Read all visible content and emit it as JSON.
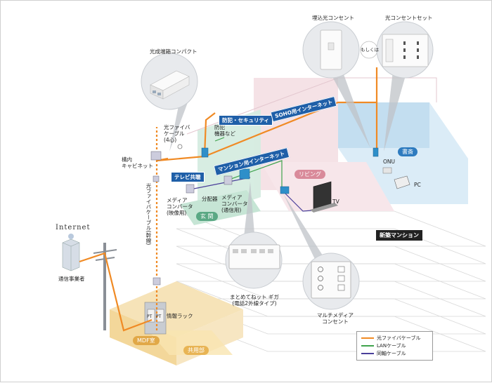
{
  "labels": {
    "hikari_compact": "光成端箱コンパクト",
    "umekomi_outlet": "埋込光コンセント",
    "outlet_set": "光コンセントセット",
    "moshikuwa": "もしくは",
    "fiber_4": "光ファイバ\nケーブル\n(4心)",
    "security_device": "防犯\n機器など",
    "kounai_cabinet": "構内\nキャビネット",
    "media_video": "メディア\nコンバータ\n(映像用)",
    "bunpaiki": "分配器",
    "media_comm": "メディア\nコンバータ\n(通信用)",
    "onu": "ONU",
    "pc": "PC",
    "tv": "TV",
    "trunk": "光ファイバケーブル(幹線)",
    "internet": "Internet",
    "carrier": "通信事業者",
    "info_rack": "情報ラック",
    "mdf": "MDF室",
    "common": "共用部",
    "matomete": "まとめてねット ギガ\n(電話2外線タイプ)",
    "multimedia": "マルチメディア\nコンセント",
    "pt1": "PT",
    "pt2": "PT"
  },
  "tags": {
    "security": "防犯・セキュリティ",
    "soho": "SOHO用インターネット",
    "mansion_net": "マンション用インターネット",
    "tv_kyoyo": "テレビ共聴",
    "new_mansion": "新築マンション"
  },
  "rooms": {
    "study": "書斎",
    "living": "リビング",
    "entrance": "玄 関"
  },
  "legend": {
    "fiber": "光ファイバケーブル",
    "lan": "LANケーブル",
    "coax": "同軸ケーブル"
  },
  "colors": {
    "fiber": "#f08a24",
    "lan": "#3fa34d",
    "coax": "#4a3f9a",
    "tag_blue": "#1f5fa8",
    "study_blue": "#2e7bbf",
    "living_pink": "#d98a9a",
    "entrance_green": "#5aa884"
  }
}
